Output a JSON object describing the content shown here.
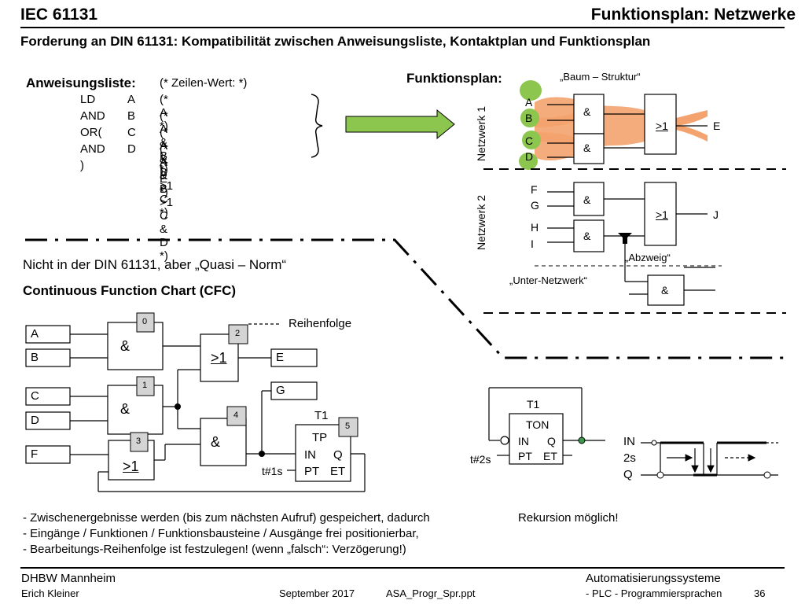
{
  "header": {
    "left_title": "IEC 61131",
    "right_title": "Funktionsplan: Netzwerke",
    "subtitle": "Forderung an DIN 61131: Kompatibilität zwischen Anweisungsliste, Kontaktplan und Funktionsplan"
  },
  "instruction_list": {
    "heading": "Anweisungsliste:",
    "comment_header": "(* Zeilen-Wert: *)",
    "rows": [
      {
        "op": "LD",
        "arg": "A",
        "comment": "(* A *)"
      },
      {
        "op": "AND",
        "arg": "B",
        "comment": "(* A & B *)"
      },
      {
        "op": "OR(",
        "arg": "C",
        "comment": "(* A & B >1 C  *)"
      },
      {
        "op": "AND",
        "arg": "D",
        "comment": "(* A & B >1 C & D *)"
      },
      {
        "op": ")",
        "arg": "",
        "comment": "(* E *)"
      }
    ]
  },
  "fbd": {
    "heading": "Funktionsplan:",
    "tree_label": "„Baum – Struktur“",
    "network1_label": "Netzwerk 1",
    "network2_label": "Netzwerk 2",
    "n1_inputs": [
      "A",
      "B",
      "C",
      "D"
    ],
    "n1_output": "E",
    "n2_inputs": [
      "F",
      "G",
      "H",
      "I"
    ],
    "n2_output": "J",
    "and_label": "&",
    "or_label": ">1",
    "branch_label": "„Abzweig“",
    "subnetwork_label": "„Unter-Netzwerk“"
  },
  "cfc": {
    "note": "Nicht in der DIN 61131, aber „Quasi – Norm“",
    "heading": "Continuous Function Chart  (CFC)",
    "order_label": "Reihenfolge",
    "inputs": [
      "A",
      "B",
      "C",
      "D",
      "F"
    ],
    "outputs": [
      "E",
      "G"
    ],
    "order_numbers": [
      "0",
      "1",
      "2",
      "3",
      "4",
      "5"
    ],
    "timer_name": "T1",
    "timer_type": "TP",
    "timer_in": "IN",
    "timer_q": "Q",
    "timer_pt": "PT",
    "timer_et": "ET",
    "timer_preset": "t#1s"
  },
  "ton": {
    "name": "T1",
    "type": "TON",
    "in": "IN",
    "q": "Q",
    "pt": "PT",
    "et": "ET",
    "preset": "t#2s",
    "timing_labels": [
      "IN",
      "2s",
      "Q"
    ]
  },
  "notes": {
    "line1": "- Zwischenergebnisse werden (bis zum nächsten Aufruf) gespeichert, dadurch",
    "line1_right": "Rekursion möglich!",
    "line2": "- Eingänge / Funktionen / Funktionsbausteine / Ausgänge frei positionierbar,",
    "line3": "- Bearbeitungs-Reihenfolge ist festzulegen!  (wenn „falsch“: Verzögerung!)"
  },
  "footer": {
    "org": "DHBW  Mannheim",
    "author": "Erich Kleiner",
    "date": "September 2017",
    "file": "ASA_Progr_Spr.ppt",
    "course": "Automatisierungssysteme",
    "topic": "- PLC - Programmiersprachen",
    "page": "36"
  },
  "colors": {
    "tree_orange": "#f4a36f",
    "tree_green": "#8cc64e",
    "order_box": "#d4d4d4"
  }
}
